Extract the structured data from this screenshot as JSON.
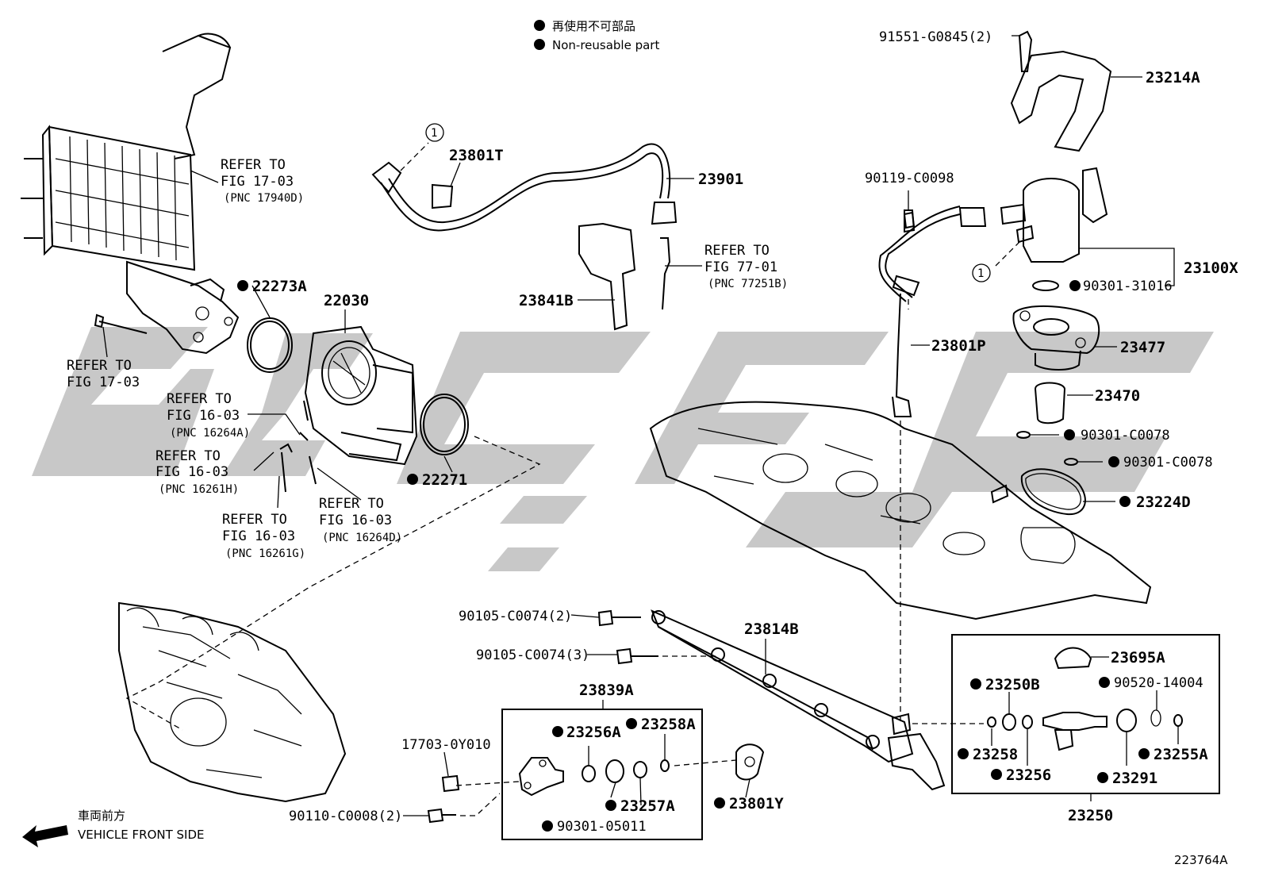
{
  "legend": {
    "jp": "再使用不可部品",
    "en": "Non-reusable part"
  },
  "direction": {
    "jp": "車両前方",
    "en": "VEHICLE FRONT SIDE"
  },
  "figure_id": "223764A",
  "index_mark": "1",
  "refs": {
    "fig17_intercooler": [
      "REFER TO",
      "FIG 17-03",
      "(PNC 17940D)"
    ],
    "fig17_bolt": [
      "REFER TO",
      "FIG 17-03"
    ],
    "fig77": [
      "REFER TO",
      "FIG 77-01",
      "(PNC 77251B)"
    ],
    "fig16_a": [
      "REFER TO",
      "FIG 16-03",
      "(PNC 16264A)"
    ],
    "fig16_h": [
      "REFER TO",
      "FIG 16-03",
      "(PNC 16261H)"
    ],
    "fig16_g": [
      "REFER TO",
      "FIG 16-03",
      "(PNC 16261G)"
    ],
    "fig16_d": [
      "REFER TO",
      "FIG 16-03",
      "(PNC 16264D)"
    ]
  },
  "parts": {
    "p91551": "91551-G0845(2)",
    "p23214A": "23214A",
    "p90119": "90119-C0098",
    "p23100X": "23100X",
    "p90301_31016": "90301-31016",
    "p23477": "23477",
    "p23470": "23470",
    "p90301_C0078a": "90301-C0078",
    "p90301_C0078b": "90301-C0078",
    "p23224D": "23224D",
    "p23801P": "23801P",
    "p23801T": "23801T",
    "p23901": "23901",
    "p23841B": "23841B",
    "p22273A": "22273A",
    "p22030": "22030",
    "p22271": "22271",
    "p90105_2": "90105-C0074(2)",
    "p90105_3": "90105-C0074(3)",
    "p23814B": "23814B",
    "p23839A": "23839A",
    "p23256A": "23256A",
    "p23258A": "23258A",
    "p17703": "17703-0Y010",
    "p90110": "90110-C0008(2)",
    "p23257A": "23257A",
    "p90301_05011": "90301-05011",
    "p23801Y": "23801Y",
    "p23695A": "23695A",
    "p23250B": "23250B",
    "p90520": "90520-14004",
    "p23258": "23258",
    "p23256": "23256",
    "p23291": "23291",
    "p23255A": "23255A",
    "p23250": "23250"
  },
  "colors": {
    "ink": "#000000",
    "watermark": "#c8c8c8",
    "background": "#ffffff"
  }
}
